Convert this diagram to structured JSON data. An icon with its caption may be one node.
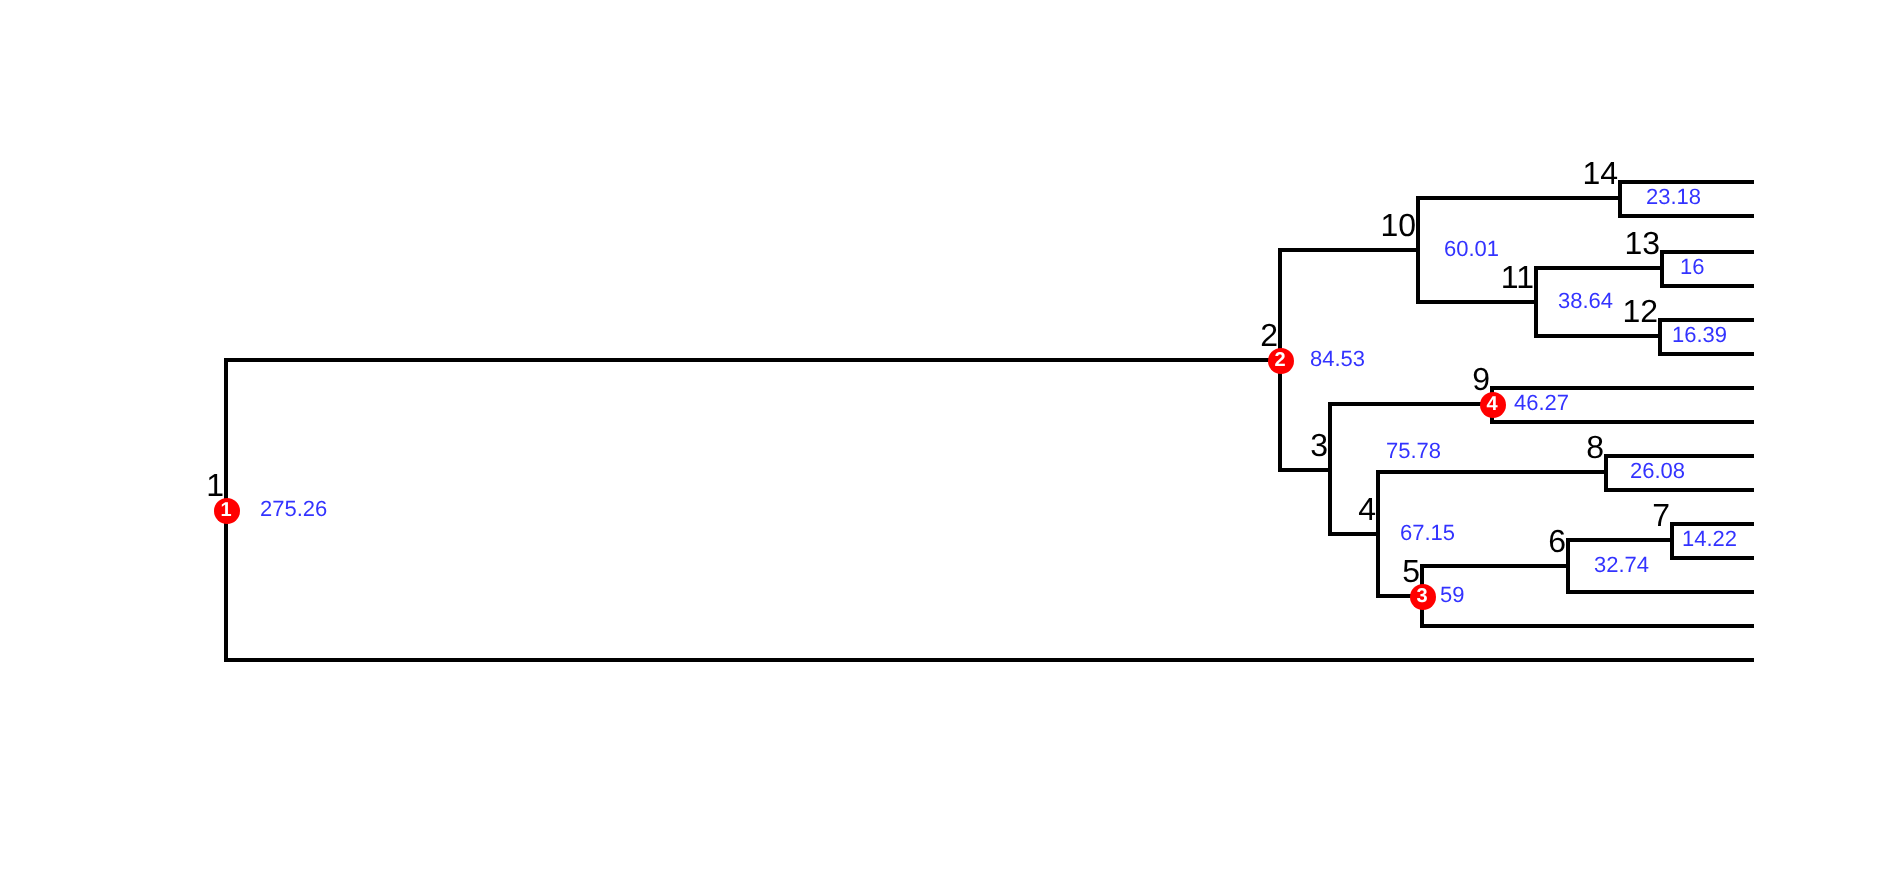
{
  "diagram": {
    "nodes": [
      {
        "text": [
          "1"
        ]
      },
      {
        "text": [
          "2"
        ]
      },
      {
        "text": [
          "3"
        ]
      },
      {
        "text": [
          "4"
        ]
      },
      {
        "text": [
          "5"
        ]
      },
      {
        "text": [
          "6"
        ]
      },
      {
        "text": [
          "7"
        ]
      },
      {
        "text": [
          "8"
        ]
      },
      {
        "text": [
          "9"
        ]
      },
      {
        "text": [
          "10"
        ]
      },
      {
        "text": [
          "11"
        ]
      },
      {
        "text": [
          "12"
        ]
      },
      {
        "text": [
          "13"
        ]
      },
      {
        "text": [
          "14"
        ]
      },
      {
        "text": [
          "1"
        ]
      },
      {
        "text": [
          "2"
        ]
      },
      {
        "text": [
          "3"
        ]
      },
      {
        "text": [
          "4"
        ]
      }
    ],
    "edges": [
      {
        "from": 0,
        "to": 1,
        "arrow": "none"
      },
      {
        "from": 0,
        "to": null,
        "arrow": "none"
      },
      {
        "from": 1,
        "to": 9,
        "arrow": "none"
      },
      {
        "from": 1,
        "to": 2,
        "arrow": "none"
      },
      {
        "from": 2,
        "to": 8,
        "arrow": "none"
      },
      {
        "from": 2,
        "to": 3,
        "arrow": "none"
      },
      {
        "from": 3,
        "to": 7,
        "arrow": "none"
      },
      {
        "from": 3,
        "to": 4,
        "arrow": "none"
      },
      {
        "from": 4,
        "to": 5,
        "arrow": "none"
      },
      {
        "from": 4,
        "to": null,
        "arrow": "none"
      },
      {
        "from": 5,
        "to": 6,
        "arrow": "none"
      },
      {
        "from": 5,
        "to": null,
        "arrow": "none"
      },
      {
        "from": 6,
        "to": null,
        "arrow": "none"
      },
      {
        "from": 6,
        "to": null,
        "arrow": "none"
      },
      {
        "from": 7,
        "to": null,
        "arrow": "none"
      },
      {
        "from": 7,
        "to": null,
        "arrow": "none"
      },
      {
        "from": 8,
        "to": null,
        "arrow": "none"
      },
      {
        "from": 8,
        "to": null,
        "arrow": "none"
      },
      {
        "from": 9,
        "to": 13,
        "arrow": "none"
      },
      {
        "from": 9,
        "to": 10,
        "arrow": "none"
      },
      {
        "from": 10,
        "to": 12,
        "arrow": "none"
      },
      {
        "from": 10,
        "to": 11,
        "arrow": "none"
      },
      {
        "from": 11,
        "to": null,
        "arrow": "none"
      },
      {
        "from": 11,
        "to": null,
        "arrow": "none"
      },
      {
        "from": 12,
        "to": null,
        "arrow": "none"
      },
      {
        "from": 12,
        "to": null,
        "arrow": "none"
      },
      {
        "from": 13,
        "to": null,
        "arrow": "none"
      },
      {
        "from": 13,
        "to": null,
        "arrow": "none"
      }
    ],
    "labels": [
      "23.18",
      "60.01",
      "16",
      "38.64",
      "16.39",
      "84.53",
      "46.27",
      "26.08",
      "275.26",
      "75.78",
      "67.15",
      "14.22",
      "32.74",
      "59"
    ]
  }
}
